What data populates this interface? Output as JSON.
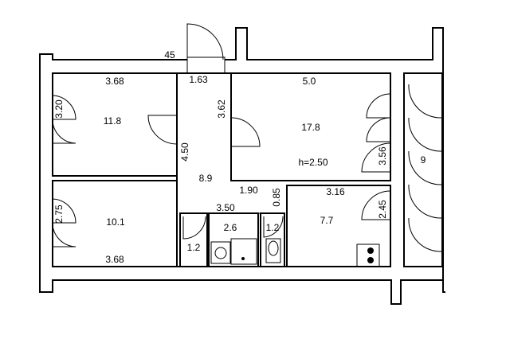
{
  "plan": {
    "total_label": "45",
    "dims": {
      "room_a_width": "3.68",
      "room_a_depth": "3.20",
      "corridor_width": "1.63",
      "corridor_len": "3.62",
      "corridor_depth": "4.50",
      "room_c_width": "5.0",
      "room_c_depth": "3.56",
      "ceiling": "h=2.50",
      "hall_width": "1.90",
      "hall_depth": "0.85",
      "kitchen_width": "3.16",
      "kitchen_depth": "2.45",
      "bath_width": "3.50",
      "room_b_depth": "2.75",
      "room_b_width": "3.68"
    },
    "areas": {
      "room_a": "11.8",
      "room_b": "10.1",
      "corridor": "8.9",
      "room_c": "17.8",
      "kitchen": "7.7",
      "balcony": "9",
      "wc_left": "1.2",
      "bath": "2.6",
      "wc_right": "1.2"
    }
  }
}
